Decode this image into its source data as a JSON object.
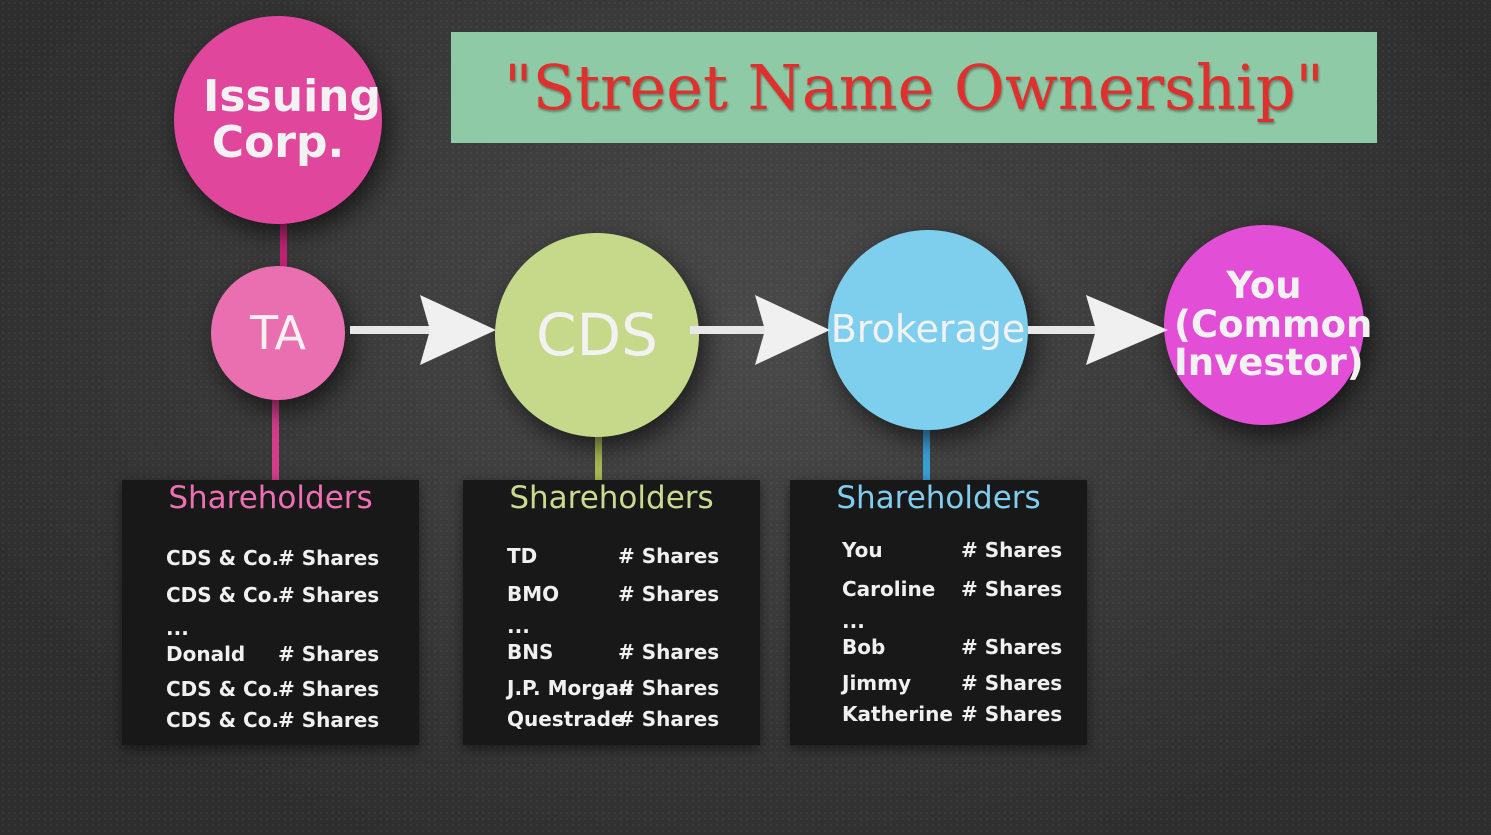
{
  "title": "\"Street Name Ownership\"",
  "nodes": {
    "issuing": {
      "label": "Issuing Corp.",
      "color": "#e0469c"
    },
    "ta": {
      "label": "TA",
      "color": "#ea6fb0"
    },
    "cds": {
      "label": "CDS",
      "color": "#c6d98a"
    },
    "brokerage": {
      "label": "Brokerage",
      "color": "#7ecfee"
    },
    "you": {
      "label": "You (Common Investor)",
      "color": "#e24fd6"
    }
  },
  "panels": [
    {
      "title": "Shareholders",
      "color": "#ee6fb2",
      "rows": [
        {
          "name": "CDS & Co.",
          "shares": "# Shares"
        },
        {
          "name": "CDS & Co.",
          "shares": "# Shares"
        },
        {
          "name": "...",
          "shares": ""
        },
        {
          "name": "Donald",
          "shares": "# Shares"
        },
        {
          "name": "CDS & Co.",
          "shares": "# Shares"
        },
        {
          "name": "CDS & Co.",
          "shares": "# Shares"
        }
      ]
    },
    {
      "title": "Shareholders",
      "color": "#c9db8f",
      "rows": [
        {
          "name": "TD",
          "shares": "# Shares"
        },
        {
          "name": "BMO",
          "shares": "# Shares"
        },
        {
          "name": "...",
          "shares": ""
        },
        {
          "name": "BNS",
          "shares": "# Shares"
        },
        {
          "name": "J.P. Morgan",
          "shares": "# Shares"
        },
        {
          "name": "Questrade",
          "shares": "# Shares"
        }
      ]
    },
    {
      "title": "Shareholders",
      "color": "#7fcdef",
      "rows": [
        {
          "name": "You",
          "shares": "# Shares"
        },
        {
          "name": "Caroline",
          "shares": "# Shares"
        },
        {
          "name": "...",
          "shares": ""
        },
        {
          "name": "Bob",
          "shares": "# Shares"
        },
        {
          "name": "Jimmy",
          "shares": "# Shares"
        },
        {
          "name": "Katherine",
          "shares": "# Shares"
        }
      ]
    }
  ]
}
